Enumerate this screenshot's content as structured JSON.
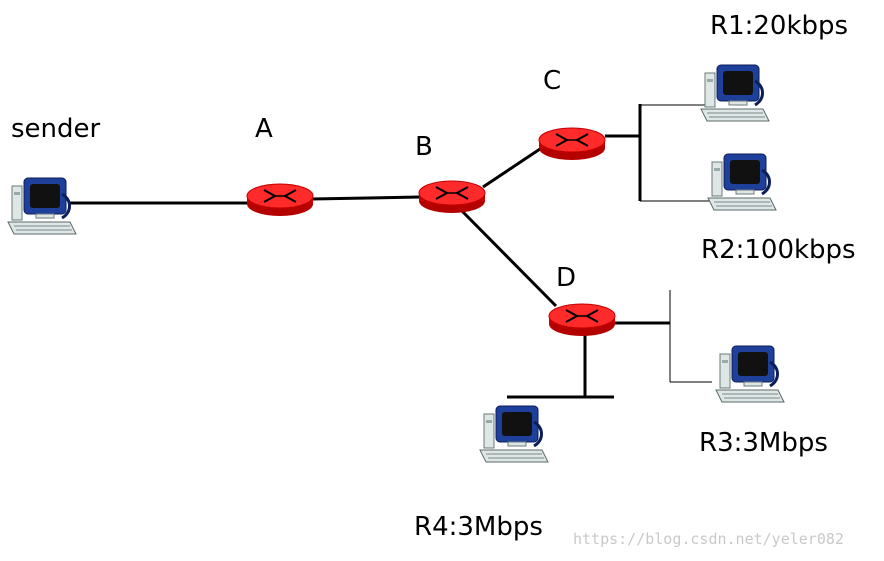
{
  "labels": {
    "sender": "sender",
    "A": "A",
    "B": "B",
    "C": "C",
    "D": "D",
    "R1": "R1:20kbps",
    "R2": "R2:100kbps",
    "R3": "R3:3Mbps",
    "R4": "R4:3Mbps"
  },
  "watermark": "https://blog.csdn.net/yeler082",
  "colors": {
    "router": "#ff2a2a",
    "router_dark": "#b50000",
    "link": "#000000",
    "monitor_frame": "#1e3f9a",
    "screen": "#111111",
    "case": "#dfe6e6"
  },
  "icons": {
    "router": "router-icon",
    "host": "computer-icon"
  }
}
